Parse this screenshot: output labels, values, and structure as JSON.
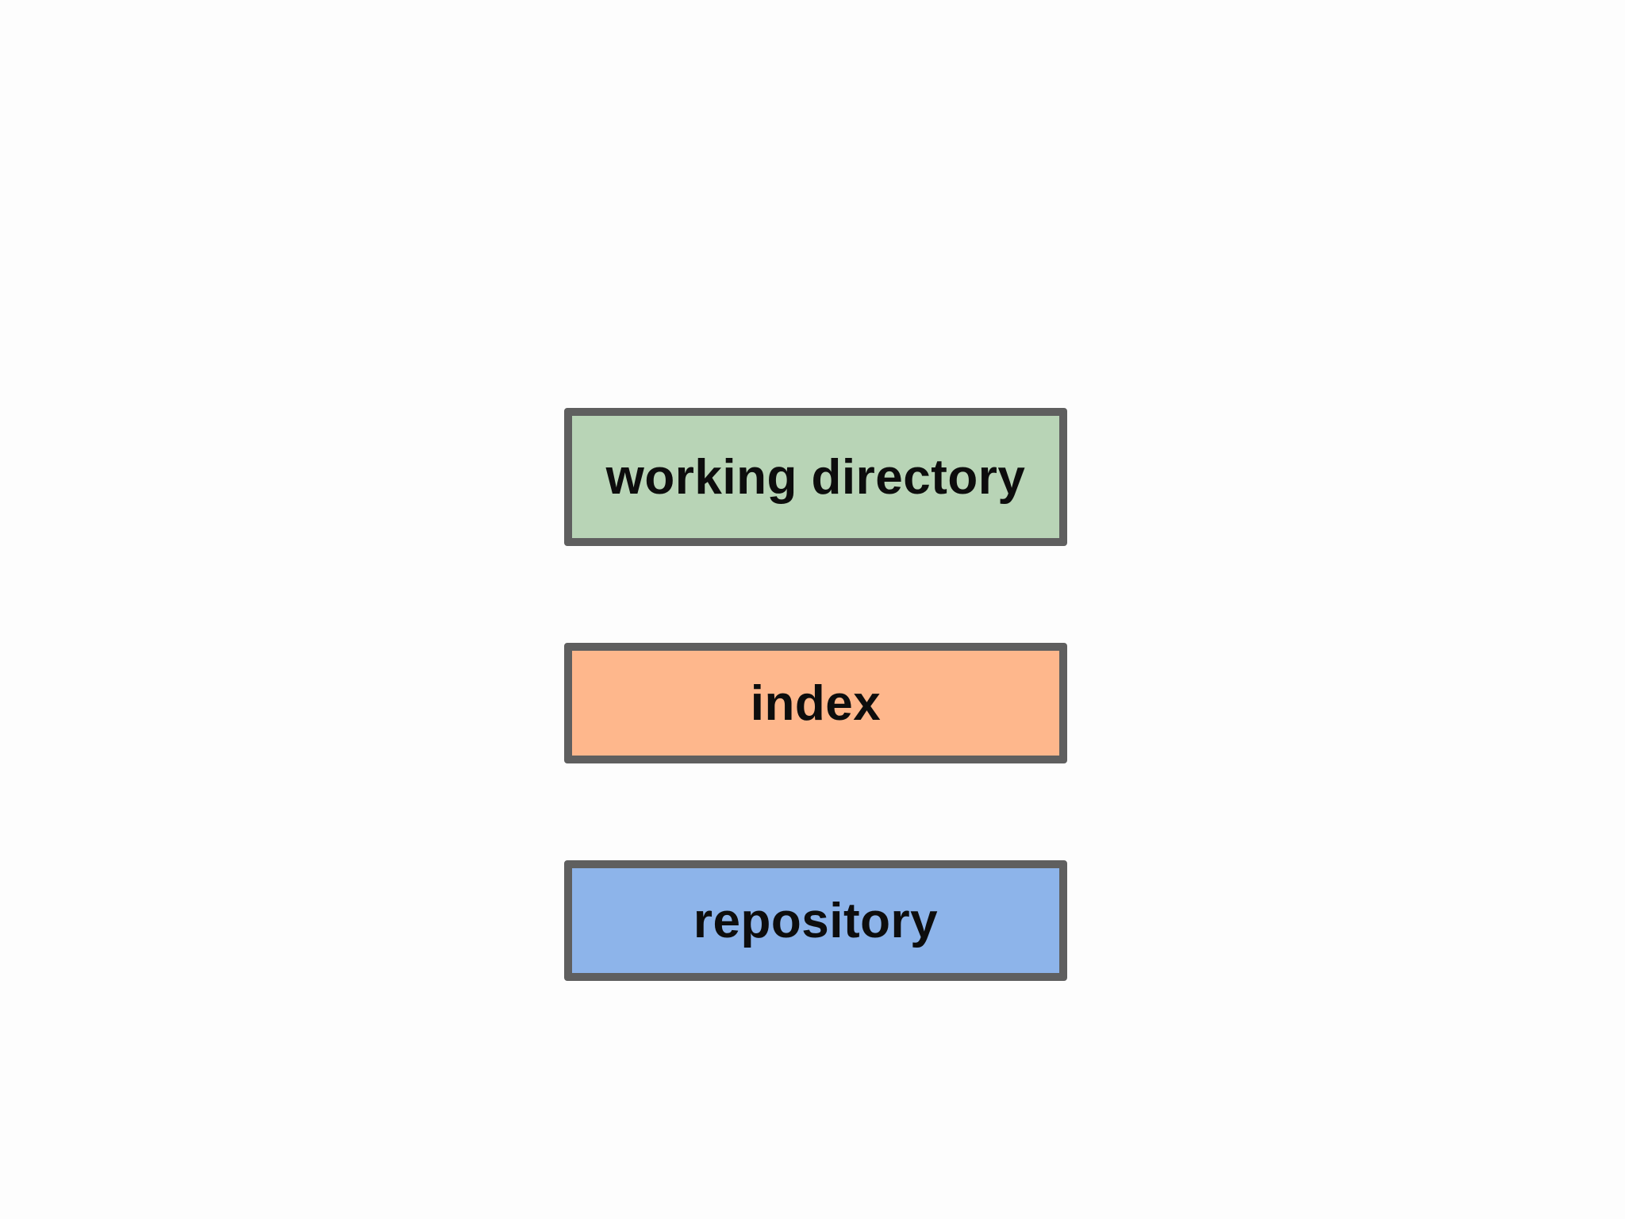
{
  "diagram": {
    "boxes": [
      {
        "label": "working directory",
        "color": "#b8d4b6"
      },
      {
        "label": "index",
        "color": "#feb78c"
      },
      {
        "label": "repository",
        "color": "#8db4ea"
      }
    ],
    "border_color": "#5f5f5f",
    "background_color": "#fdfdfd"
  }
}
